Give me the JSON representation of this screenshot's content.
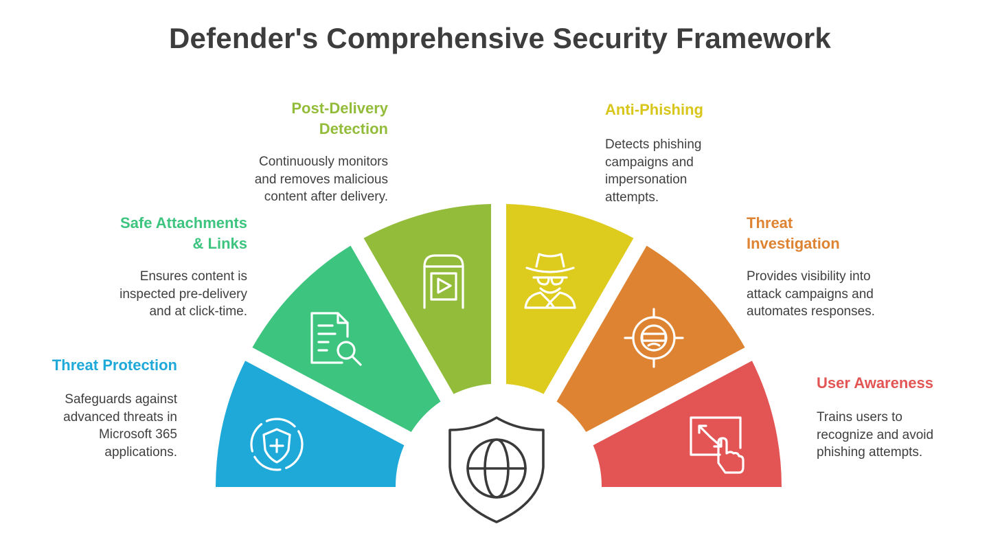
{
  "title": "Defender's Comprehensive Security Framework",
  "colors": {
    "threat_protection": "#1FA9D9",
    "safe_attachments": "#3DC47F",
    "post_delivery": "#93BC3A",
    "anti_phishing": "#DDCB1E",
    "threat_investigation": "#DE8332",
    "user_awareness": "#E25554",
    "text": "#3F3F3F",
    "shield": "#3A3A3A"
  },
  "segments": [
    {
      "key": "threat_protection",
      "heading": "Threat Protection",
      "heading_lines": [
        "Threat Protection"
      ],
      "description_lines": [
        "Safeguards against",
        "advanced threats in",
        "Microsoft 365",
        "applications."
      ],
      "icon": "shield-plus-icon"
    },
    {
      "key": "safe_attachments",
      "heading": "Safe Attachments & Links",
      "heading_lines": [
        "Safe Attachments",
        "& Links"
      ],
      "description_lines": [
        "Ensures content is",
        "inspected pre-delivery",
        "and at click-time."
      ],
      "icon": "document-search-icon"
    },
    {
      "key": "post_delivery",
      "heading": "Post-Delivery Detection",
      "heading_lines": [
        "Post-Delivery",
        "Detection"
      ],
      "description_lines": [
        "Continuously monitors",
        "and removes malicious",
        "content after delivery."
      ],
      "icon": "mailbox-icon"
    },
    {
      "key": "anti_phishing",
      "heading": "Anti-Phishing",
      "heading_lines": [
        "Anti-Phishing"
      ],
      "description_lines": [
        "Detects phishing",
        "campaigns and",
        "impersonation",
        "attempts."
      ],
      "icon": "spy-icon"
    },
    {
      "key": "threat_investigation",
      "heading": "Threat Investigation",
      "heading_lines": [
        "Threat",
        "Investigation"
      ],
      "description_lines": [
        "Provides visibility into",
        "attack campaigns and",
        "automates responses."
      ],
      "icon": "target-thief-icon"
    },
    {
      "key": "user_awareness",
      "heading": "User Awareness",
      "heading_lines": [
        "User Awareness"
      ],
      "description_lines": [
        "Trains users to",
        "recognize and avoid",
        "phishing attempts."
      ],
      "icon": "touch-resize-icon"
    }
  ],
  "center_icon": "shield-globe-icon"
}
